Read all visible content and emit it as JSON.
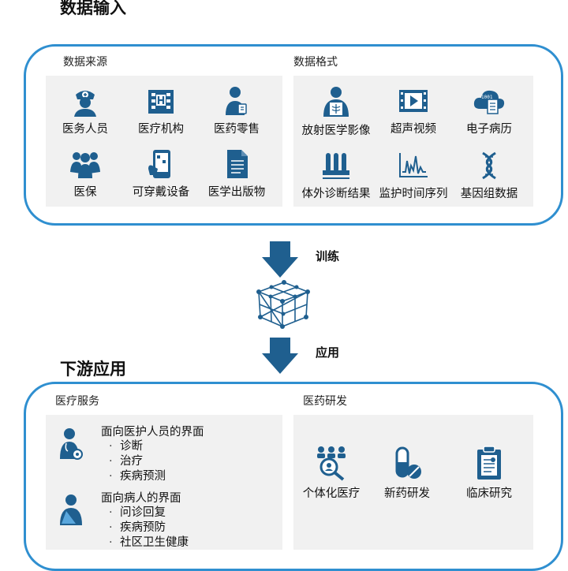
{
  "input": {
    "title": "数据输入",
    "sources": {
      "label": "数据来源",
      "items": [
        {
          "label": "医务人员",
          "icon": "nurse-icon"
        },
        {
          "label": "医疗机构",
          "icon": "hospital-icon"
        },
        {
          "label": "医药零售",
          "icon": "pharmacist-icon"
        },
        {
          "label": "医保",
          "icon": "group-icon"
        },
        {
          "label": "可穿戴设备",
          "icon": "wearable-device-icon"
        },
        {
          "label": "医学出版物",
          "icon": "document-icon"
        }
      ]
    },
    "formats": {
      "label": "数据格式",
      "items": [
        {
          "label": "放射医学影像",
          "icon": "radiology-icon"
        },
        {
          "label": "超声视频",
          "icon": "video-icon"
        },
        {
          "label": "电子病历",
          "icon": "cloud-record-icon"
        },
        {
          "label": "体外诊断结果",
          "icon": "test-tube-icon"
        },
        {
          "label": "监护时间序列",
          "icon": "waveform-icon"
        },
        {
          "label": "基因组数据",
          "icon": "dna-icon"
        }
      ]
    }
  },
  "flow": {
    "train_label": "训练",
    "apply_label": "应用"
  },
  "downstream": {
    "title": "下游应用",
    "services": {
      "label": "医疗服务",
      "groups": [
        {
          "heading": "面向医护人员的界面",
          "items": [
            "诊断",
            "治疗",
            "疾病预测"
          ],
          "icon": "doctor-icon"
        },
        {
          "heading": "面向病人的界面",
          "items": [
            "问诊回复",
            "疾病预防",
            "社区卫生健康"
          ],
          "icon": "patient-icon"
        }
      ]
    },
    "research": {
      "label": "医药研发",
      "items": [
        {
          "label": "个体化医疗",
          "icon": "personalized-icon"
        },
        {
          "label": "新药研发",
          "icon": "pill-icon"
        },
        {
          "label": "临床研究",
          "icon": "clipboard-icon"
        }
      ]
    }
  },
  "colors": {
    "frame": "#2f8fd0",
    "icon": "#1f5f8f",
    "arrow": "#1f5f8f",
    "panel": "#f1f1f1"
  }
}
